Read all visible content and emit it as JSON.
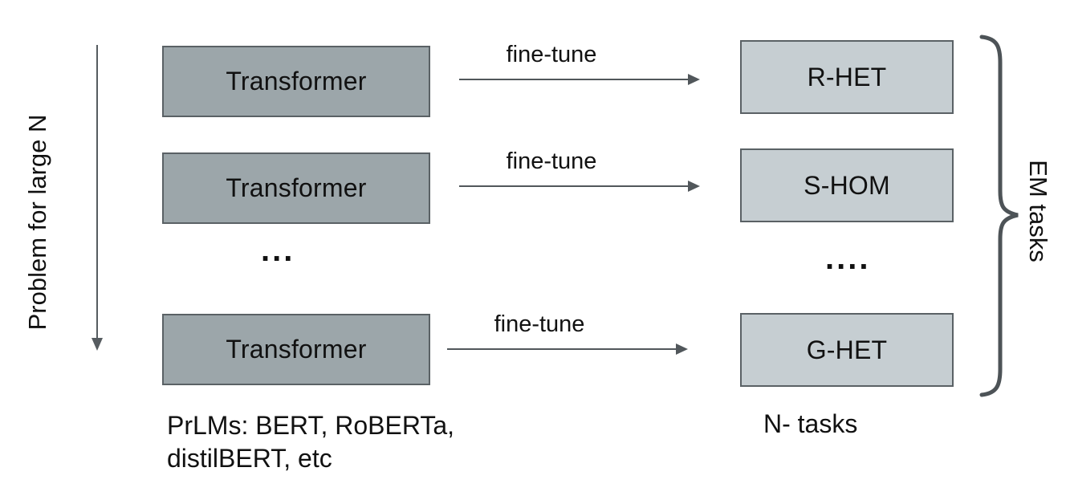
{
  "left_label": {
    "text": "Problem for large N"
  },
  "right_label": {
    "text": "EM tasks"
  },
  "rows": [
    {
      "source": "Transformer",
      "arrow_label": "fine-tune",
      "target": "R-HET"
    },
    {
      "source": "Transformer",
      "arrow_label": "fine-tune",
      "target": "S-HOM"
    },
    {
      "source": "Transformer",
      "arrow_label": "fine-tune",
      "target": "G-HET"
    }
  ],
  "ellipsis": {
    "left": "...",
    "right": "...."
  },
  "captions": {
    "prlms_line1": "PrLMs: BERT, RoBERTa,",
    "prlms_line2": "distilBERT, etc",
    "n_tasks": "N- tasks"
  },
  "colors": {
    "source_box_fill": "#9ca6aa",
    "target_box_fill": "#c6ced2",
    "box_border": "#5a6165",
    "arrow": "#51575b",
    "text": "#111111",
    "background": "#ffffff"
  }
}
